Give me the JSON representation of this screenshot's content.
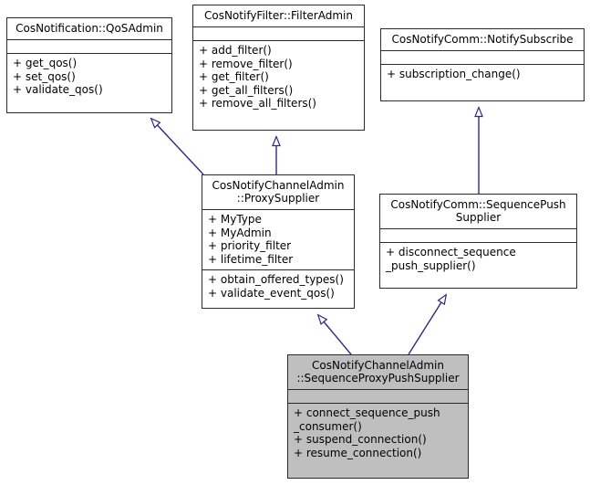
{
  "diagram": {
    "kind": "uml-class-inheritance-diagram",
    "background_color": "#ffffff",
    "edge_color": "#2a2a8c",
    "border_color": "#2b2b2b",
    "highlight_fill": "#bfbfbf"
  },
  "classes": [
    {
      "id": "qos_admin",
      "title_lines": [
        "CosNotification::QoSAdmin"
      ],
      "attributes": [],
      "operations": [
        "+ get_qos()",
        "+ set_qos()",
        "+ validate_qos()"
      ],
      "highlighted": false
    },
    {
      "id": "filter_admin",
      "title_lines": [
        "CosNotifyFilter::FilterAdmin"
      ],
      "attributes": [],
      "operations": [
        "+ add_filter()",
        "+ remove_filter()",
        "+ get_filter()",
        "+ get_all_filters()",
        "+ remove_all_filters()"
      ],
      "highlighted": false
    },
    {
      "id": "notify_subscribe",
      "title_lines": [
        "CosNotifyComm::NotifySubscribe"
      ],
      "attributes": [],
      "operations": [
        "+ subscription_change()"
      ],
      "highlighted": false
    },
    {
      "id": "proxy_supplier",
      "title_lines": [
        "CosNotifyChannelAdmin",
        "::ProxySupplier"
      ],
      "attributes": [
        "+ MyType",
        "+ MyAdmin",
        "+ priority_filter",
        "+ lifetime_filter"
      ],
      "operations": [
        "+ obtain_offered_types()",
        "+ validate_event_qos()"
      ],
      "highlighted": false
    },
    {
      "id": "sequence_push_supplier",
      "title_lines": [
        "CosNotifyComm::SequencePush",
        "Supplier"
      ],
      "attributes": [],
      "operations": [
        "+ disconnect_sequence",
        "_push_supplier()"
      ],
      "highlighted": false
    },
    {
      "id": "sequence_proxy_push_supplier",
      "title_lines": [
        "CosNotifyChannelAdmin",
        "::SequenceProxyPushSupplier"
      ],
      "attributes": [],
      "operations": [
        "+ connect_sequence_push",
        "_consumer()",
        "+ suspend_connection()",
        "+ resume_connection()"
      ],
      "highlighted": true
    }
  ],
  "relations": [
    {
      "from": "proxy_supplier",
      "to": "qos_admin",
      "type": "inheritance"
    },
    {
      "from": "proxy_supplier",
      "to": "filter_admin",
      "type": "inheritance"
    },
    {
      "from": "sequence_push_supplier",
      "to": "notify_subscribe",
      "type": "inheritance"
    },
    {
      "from": "sequence_proxy_push_supplier",
      "to": "proxy_supplier",
      "type": "inheritance"
    },
    {
      "from": "sequence_proxy_push_supplier",
      "to": "sequence_push_supplier",
      "type": "inheritance"
    }
  ]
}
